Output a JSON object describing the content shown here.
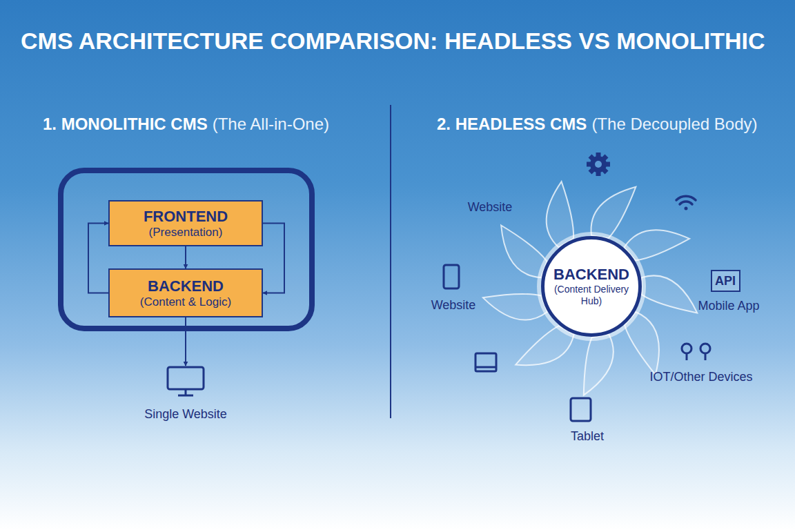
{
  "diagram": {
    "title": "CMS ARCHITECTURE COMPARISON: HEADLESS VS MONOLITHIC",
    "nodes": [
      {
        "text": [
          "FRONTEND",
          "(Presentation)"
        ]
      },
      {
        "text": [
          "BACKEND",
          "(Content & Logic)"
        ]
      },
      {
        "text": [
          "Single Website"
        ]
      },
      {
        "text": [
          "BACKEND",
          "(Content Delivery Hub)"
        ]
      },
      {
        "text": [
          "API"
        ]
      }
    ],
    "edges": [
      {
        "from": 0,
        "to": 1,
        "arrow": "to"
      },
      {
        "from": 1,
        "to": 0,
        "arrow": "to"
      },
      {
        "from": 0,
        "to": 1,
        "arrow": "to"
      },
      {
        "from": 1,
        "to": 2,
        "arrow": "to"
      }
    ],
    "labels": [
      "1. MONOLITHIC CMS",
      "(The All-in-One)",
      "2. HEADLESS CMS",
      "(The Decoupled Body)",
      "Website",
      "Website",
      "Mobile App",
      "IOT/Other Devices",
      "Tablet"
    ]
  }
}
